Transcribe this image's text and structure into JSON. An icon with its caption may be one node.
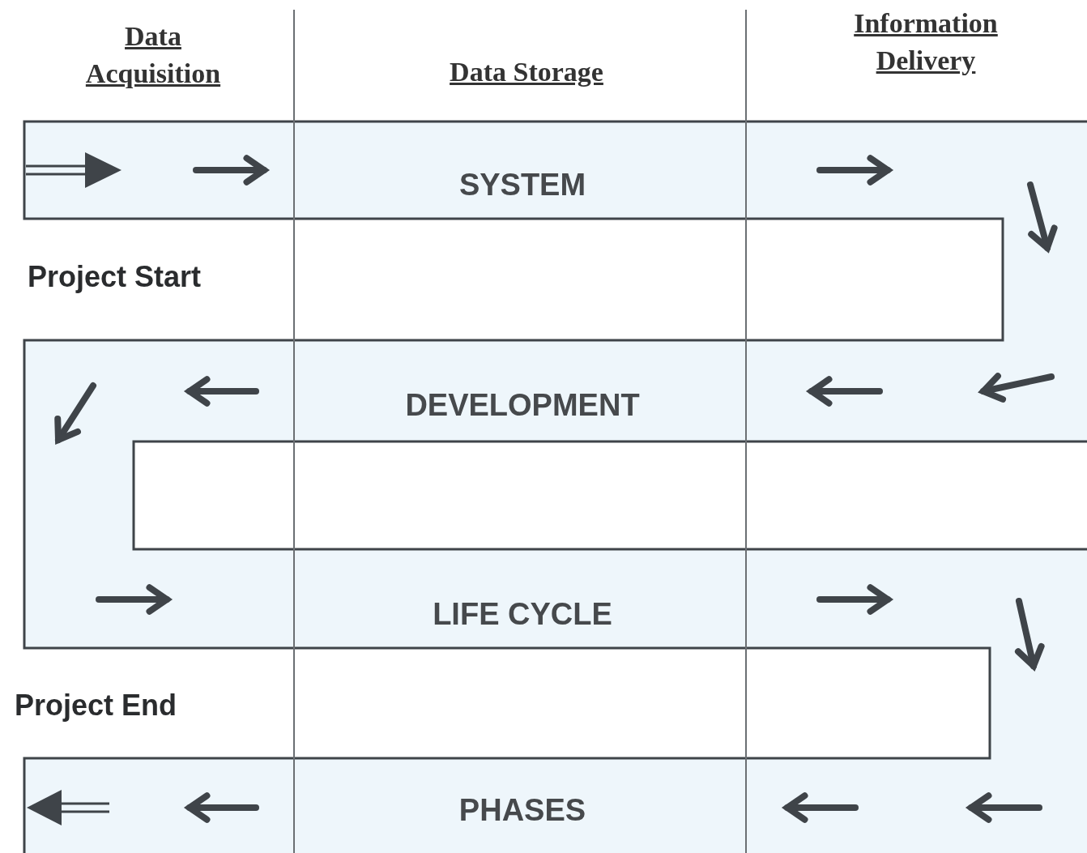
{
  "diagram": {
    "labels": [
      "Data Acquisition",
      "Data Storage",
      "Information Delivery",
      "SYSTEM",
      "Project Start",
      "DEVELOPMENT",
      "LIFE CYCLE",
      "Project End",
      "PHASES"
    ]
  }
}
